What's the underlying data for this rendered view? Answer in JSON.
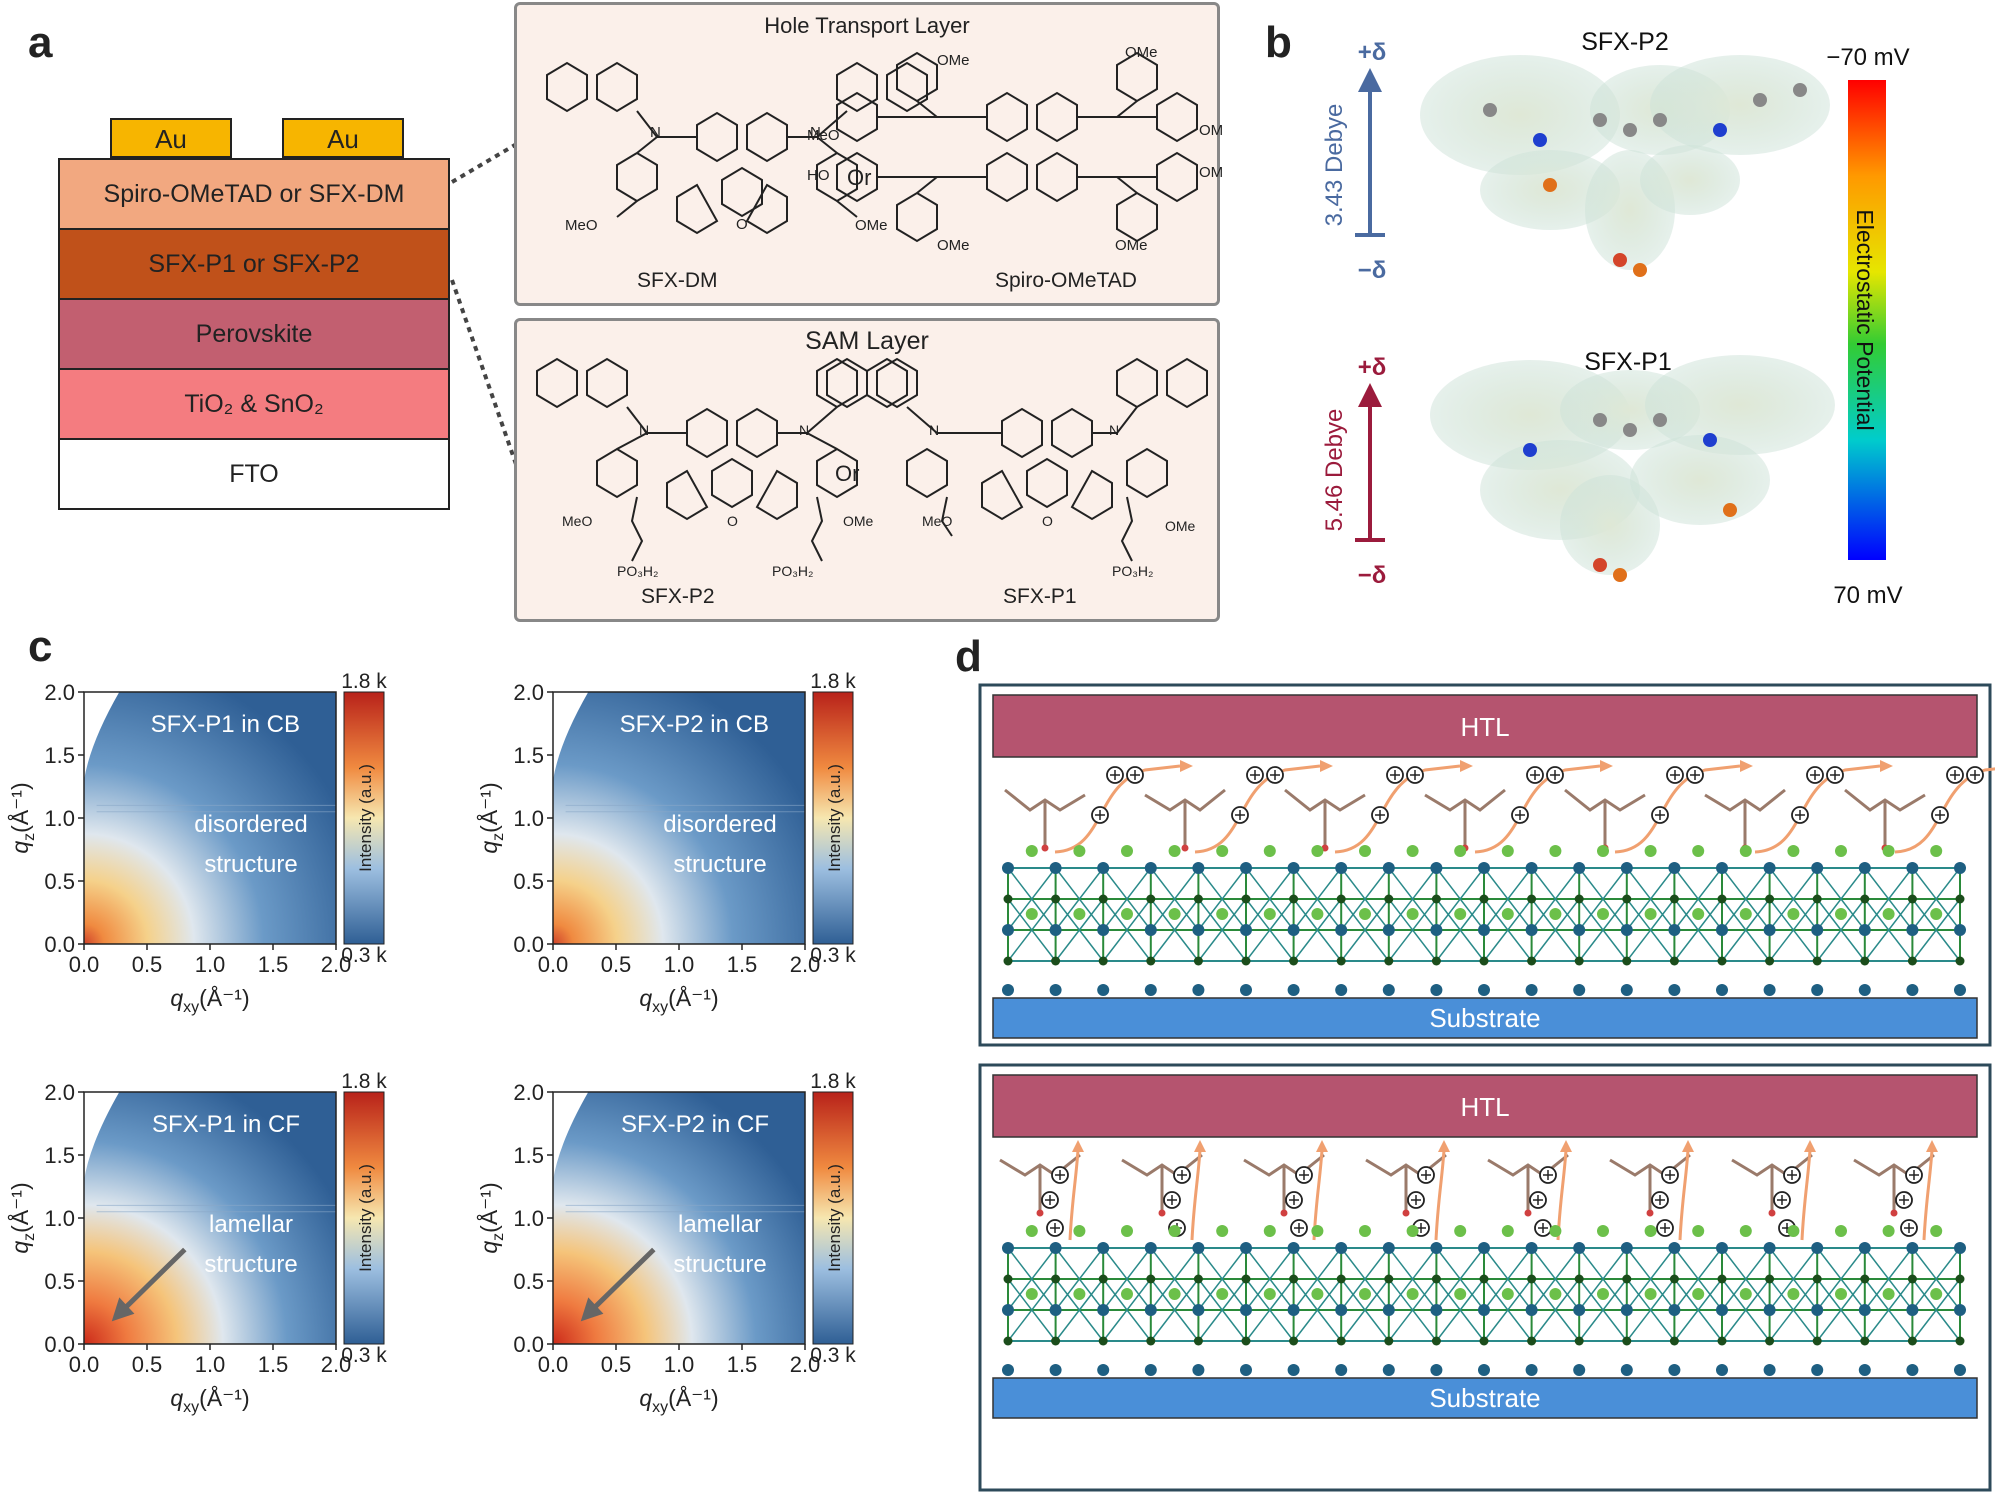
{
  "panel_a": {
    "letter": "a",
    "stack": {
      "electrode": "Au",
      "layers": [
        "Spiro-OMeTAD or SFX-DM",
        "SFX-P1 or SFX-P2",
        "Perovskite",
        "TiO₂ & SnO₂",
        "FTO"
      ]
    },
    "htl_box": {
      "title": "Hole Transport Layer",
      "or": "Or",
      "left_name": "SFX-DM",
      "right_name": "Spiro-OMeTAD",
      "atom_labels": [
        "N",
        "O",
        "MeO",
        "OMe",
        "HO"
      ]
    },
    "sam_box": {
      "title": "SAM Layer",
      "or": "Or",
      "left_name": "SFX-P2",
      "right_name": "SFX-P1",
      "atom_labels": [
        "N",
        "O",
        "MeO",
        "OMe",
        "PO₃H₂"
      ]
    }
  },
  "panel_b": {
    "letter": "b",
    "top": {
      "name": "SFX-P2",
      "dipole": "3.43 Debye",
      "color": "#4a6aa0"
    },
    "bottom": {
      "name": "SFX-P1",
      "dipole": "5.46 Debye",
      "color": "#9b1b3c"
    },
    "plus": "+δ",
    "minus": "−δ",
    "colorbar": {
      "top": "−70 mV",
      "bottom": "70 mV",
      "label": "Electrostatic Potential"
    }
  },
  "panel_c": {
    "letter": "c",
    "colorbar": {
      "max": "1.8 k",
      "min": "0.3 k",
      "label": "Intensity (a.u.)"
    },
    "axes": {
      "ticks": [
        "0.0",
        "0.5",
        "1.0",
        "1.5",
        "2.0"
      ],
      "xlabel": "q",
      "xsub": "xy",
      "ylabel": "q",
      "ysub": "z",
      "unit": "(Å⁻¹)"
    }
  },
  "chart_data": [
    {
      "type": "heatmap",
      "title": "SFX-P1 in CB",
      "annotation": [
        "disordered",
        "structure"
      ],
      "xlim": [
        0,
        2.0
      ],
      "ylim": [
        0,
        2.0
      ],
      "clim": [
        0.3,
        1.8
      ]
    },
    {
      "type": "heatmap",
      "title": "SFX-P2 in CB",
      "annotation": [
        "disordered",
        "structure"
      ],
      "xlim": [
        0,
        2.0
      ],
      "ylim": [
        0,
        2.0
      ],
      "clim": [
        0.3,
        1.8
      ]
    },
    {
      "type": "heatmap",
      "title": "SFX-P1 in CF",
      "annotation": [
        "lamellar",
        "structure"
      ],
      "xlim": [
        0,
        2.0
      ],
      "ylim": [
        0,
        2.0
      ],
      "clim": [
        0.3,
        1.8
      ]
    },
    {
      "type": "heatmap",
      "title": "SFX-P2 in CF",
      "annotation": [
        "lamellar",
        "structure"
      ],
      "xlim": [
        0,
        2.0
      ],
      "ylim": [
        0,
        2.0
      ],
      "clim": [
        0.3,
        1.8
      ]
    }
  ],
  "panel_d": {
    "letter": "d",
    "top": {
      "htl": "HTL",
      "substrate": "Substrate"
    },
    "bottom": {
      "htl": "HTL",
      "substrate": "Substrate"
    },
    "colors": {
      "htl": "#b5546f",
      "substrate": "#4a8fd8",
      "frame": "#2d4a5a",
      "lattice_line": "#2a8a8a",
      "node": "#1e5f82",
      "ion": "#6cc04a",
      "arrow": "#f0a070"
    }
  }
}
